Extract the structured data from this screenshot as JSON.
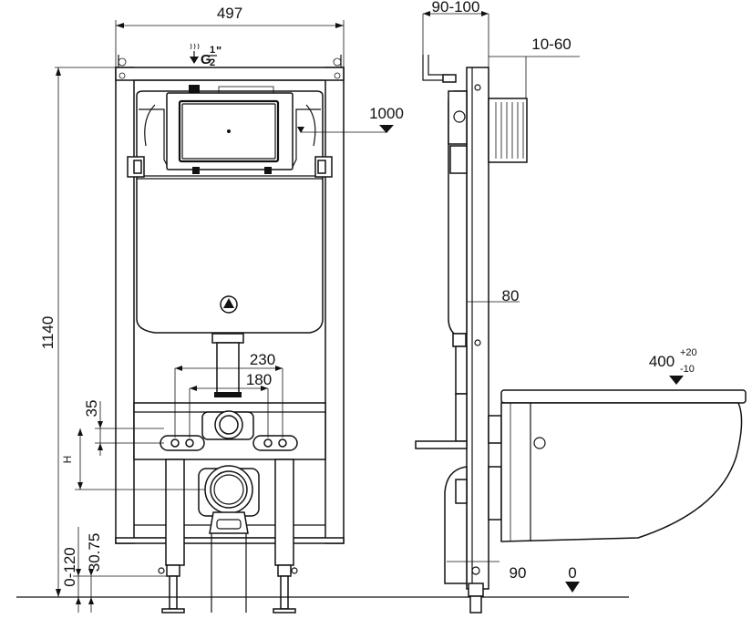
{
  "dimensions": {
    "frame_width": "497",
    "frame_height": "1140",
    "wall_distance": "90-100",
    "wall_panel": "10-60",
    "button_height": "1000",
    "side_depth": "80",
    "inlet_spacing_outer": "230",
    "inlet_spacing_inner": "180",
    "inlet_offset": "35",
    "inlet_height_mark": "H",
    "leg_adjust": "0-120",
    "floor_offset": "30.75",
    "bottom_depth": "90",
    "bowl_height_base": "400",
    "bowl_height_plus": "+20",
    "bowl_height_minus": "-10",
    "floor_level": "0"
  },
  "labels": {
    "water_inlet_main": "G",
    "water_inlet_num": "1",
    "water_inlet_den": "2",
    "water_inlet_unit": "\""
  }
}
